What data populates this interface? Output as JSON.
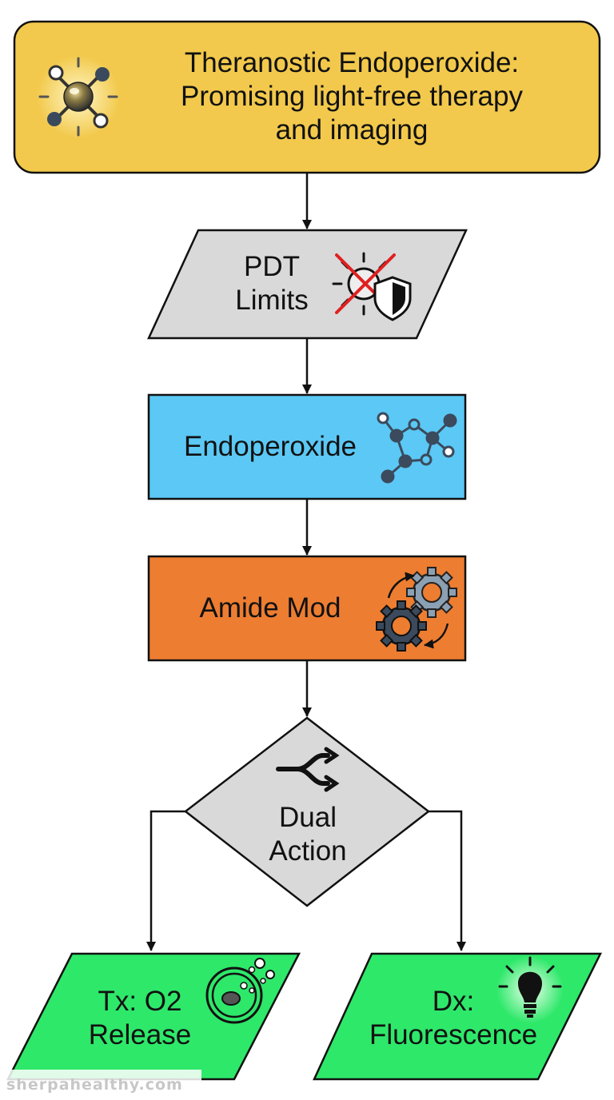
{
  "colors": {
    "top_fill": "#f2c94c",
    "neutral_fill": "#d9d9d9",
    "blue_fill": "#5bc8f5",
    "orange_fill": "#ed7d31",
    "green_fill": "#2ee86a",
    "stroke": "#111111"
  },
  "nodes": {
    "title": {
      "text": "Theranostic Endoperoxide:\nPromising light-free therapy\nand imaging",
      "icon": "molecule-glow-icon"
    },
    "pdt": {
      "text": "PDT\nLimits",
      "icon": "no-light-shield-icon"
    },
    "endoperoxide": {
      "text": "Endoperoxide",
      "icon": "ring-molecule-icon"
    },
    "amide": {
      "text": "Amide Mod",
      "icon": "gears-icon"
    },
    "dual": {
      "text": "Dual\nAction",
      "icon": "split-arrows-icon"
    },
    "tx": {
      "text": "Tx: O2\nRelease",
      "icon": "cell-bubbles-icon"
    },
    "dx": {
      "text": "Dx:\nFluorescence",
      "icon": "lightbulb-icon"
    }
  },
  "watermark": "sherpahealthy.com"
}
